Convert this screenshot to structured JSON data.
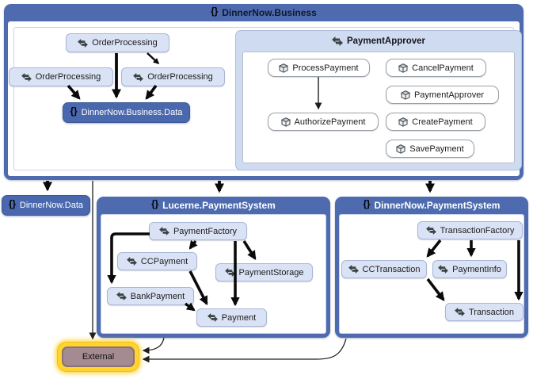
{
  "groups": {
    "business": {
      "label": "DinnerNow.Business",
      "icon": "namespace"
    },
    "payment_approver": {
      "label": "PaymentApprover",
      "icon": "class"
    },
    "lucerne": {
      "label": "Lucerne.PaymentSystem",
      "icon": "namespace"
    },
    "dnps": {
      "label": "DinnerNow.PaymentSystem",
      "icon": "namespace"
    }
  },
  "nodes": {
    "op_top": "OrderProcessing",
    "op_left": "OrderProcessing",
    "op_right": "OrderProcessing",
    "biz_data": "DinnerNow.Business.Data",
    "process_payment": "ProcessPayment",
    "cancel_payment": "CancelPayment",
    "payment_approver_node": "PaymentApprover",
    "authorize_payment": "AuthorizePayment",
    "create_payment": "CreatePayment",
    "save_payment": "SavePayment",
    "dinnernow_data": "DinnerNow.Data",
    "payment_factory": "PaymentFactory",
    "cc_payment": "CCPayment",
    "payment_storage": "PaymentStorage",
    "bank_payment": "BankPayment",
    "payment": "Payment",
    "transaction_factory": "TransactionFactory",
    "cc_transaction": "CCTransaction",
    "payment_info": "PaymentInfo",
    "transaction": "Transaction",
    "external": "External"
  },
  "icons": {
    "namespace_glyph": "{}",
    "class_icon": "double-arrow-class-icon",
    "interface_icon": "cube-icon"
  },
  "colors": {
    "group_blue": "#4e6bb0",
    "node_light_blue": "#dae3f5",
    "node_dark_blue": "#4a68ae",
    "subgroup_blue": "#cfdbf1",
    "external_glow": "#ffd42c",
    "external_fill": "#a48b92",
    "edge_black": "#0a0a0a"
  },
  "edges": [
    {
      "from": "OrderProcessing (top)",
      "to": "DinnerNow.Business.Data",
      "weight": "thick"
    },
    {
      "from": "OrderProcessing (top)",
      "to": "OrderProcessing (right)",
      "weight": "medium"
    },
    {
      "from": "OrderProcessing (left)",
      "to": "DinnerNow.Business.Data",
      "weight": "thick"
    },
    {
      "from": "OrderProcessing (right)",
      "to": "DinnerNow.Business.Data",
      "weight": "thick"
    },
    {
      "from": "ProcessPayment",
      "to": "AuthorizePayment",
      "weight": "thin"
    },
    {
      "from": "DinnerNow.Business",
      "to": "DinnerNow.Data",
      "weight": "thick"
    },
    {
      "from": "DinnerNow.Business",
      "to": "Lucerne.PaymentSystem",
      "weight": "thick"
    },
    {
      "from": "DinnerNow.Business",
      "to": "DinnerNow.PaymentSystem",
      "weight": "thick"
    },
    {
      "from": "DinnerNow.Business",
      "to": "External",
      "weight": "thin"
    },
    {
      "from": "PaymentFactory",
      "to": "BankPayment",
      "weight": "thick"
    },
    {
      "from": "PaymentFactory",
      "to": "CCPayment",
      "weight": "thick"
    },
    {
      "from": "PaymentFactory",
      "to": "Payment",
      "weight": "thick"
    },
    {
      "from": "PaymentFactory",
      "to": "PaymentStorage",
      "weight": "thick"
    },
    {
      "from": "CCPayment",
      "to": "Payment",
      "weight": "thick"
    },
    {
      "from": "BankPayment",
      "to": "Payment",
      "weight": "thick"
    },
    {
      "from": "TransactionFactory",
      "to": "CCTransaction",
      "weight": "thick"
    },
    {
      "from": "TransactionFactory",
      "to": "PaymentInfo",
      "weight": "thick"
    },
    {
      "from": "TransactionFactory",
      "to": "Transaction",
      "weight": "thick"
    },
    {
      "from": "CCTransaction",
      "to": "Transaction",
      "weight": "thick"
    },
    {
      "from": "Lucerne.PaymentSystem",
      "to": "External",
      "weight": "thin"
    },
    {
      "from": "DinnerNow.PaymentSystem",
      "to": "External",
      "weight": "thin"
    }
  ]
}
